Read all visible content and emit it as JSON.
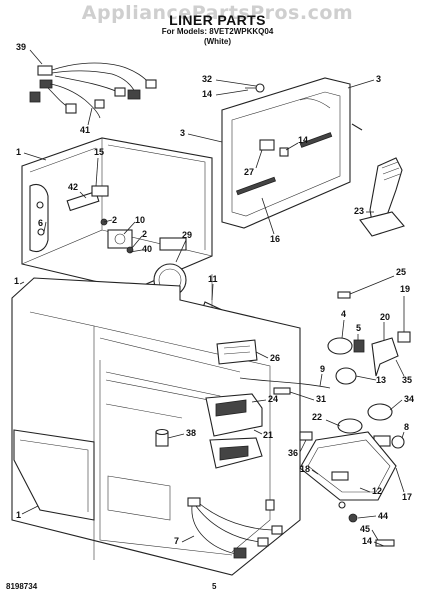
{
  "header": {
    "watermark": "AppliancePartsPros.com",
    "title": "LINER PARTS",
    "models_line": "For Models: 8VET2WPKKQ04",
    "color_line": "(White)"
  },
  "footer": {
    "doc_number": "8198734",
    "page_number": "5"
  },
  "callouts": [
    "39",
    "41",
    "1",
    "15",
    "42",
    "6",
    "2",
    "10",
    "2",
    "40",
    "29",
    "11",
    "32",
    "14",
    "3",
    "3",
    "14",
    "27",
    "16",
    "23",
    "1",
    "26",
    "38",
    "7",
    "25",
    "19",
    "4",
    "5",
    "20",
    "9",
    "13",
    "35",
    "24",
    "31",
    "34",
    "21",
    "22",
    "8",
    "36",
    "1",
    "17",
    "18",
    "12",
    "44",
    "45",
    "14"
  ]
}
